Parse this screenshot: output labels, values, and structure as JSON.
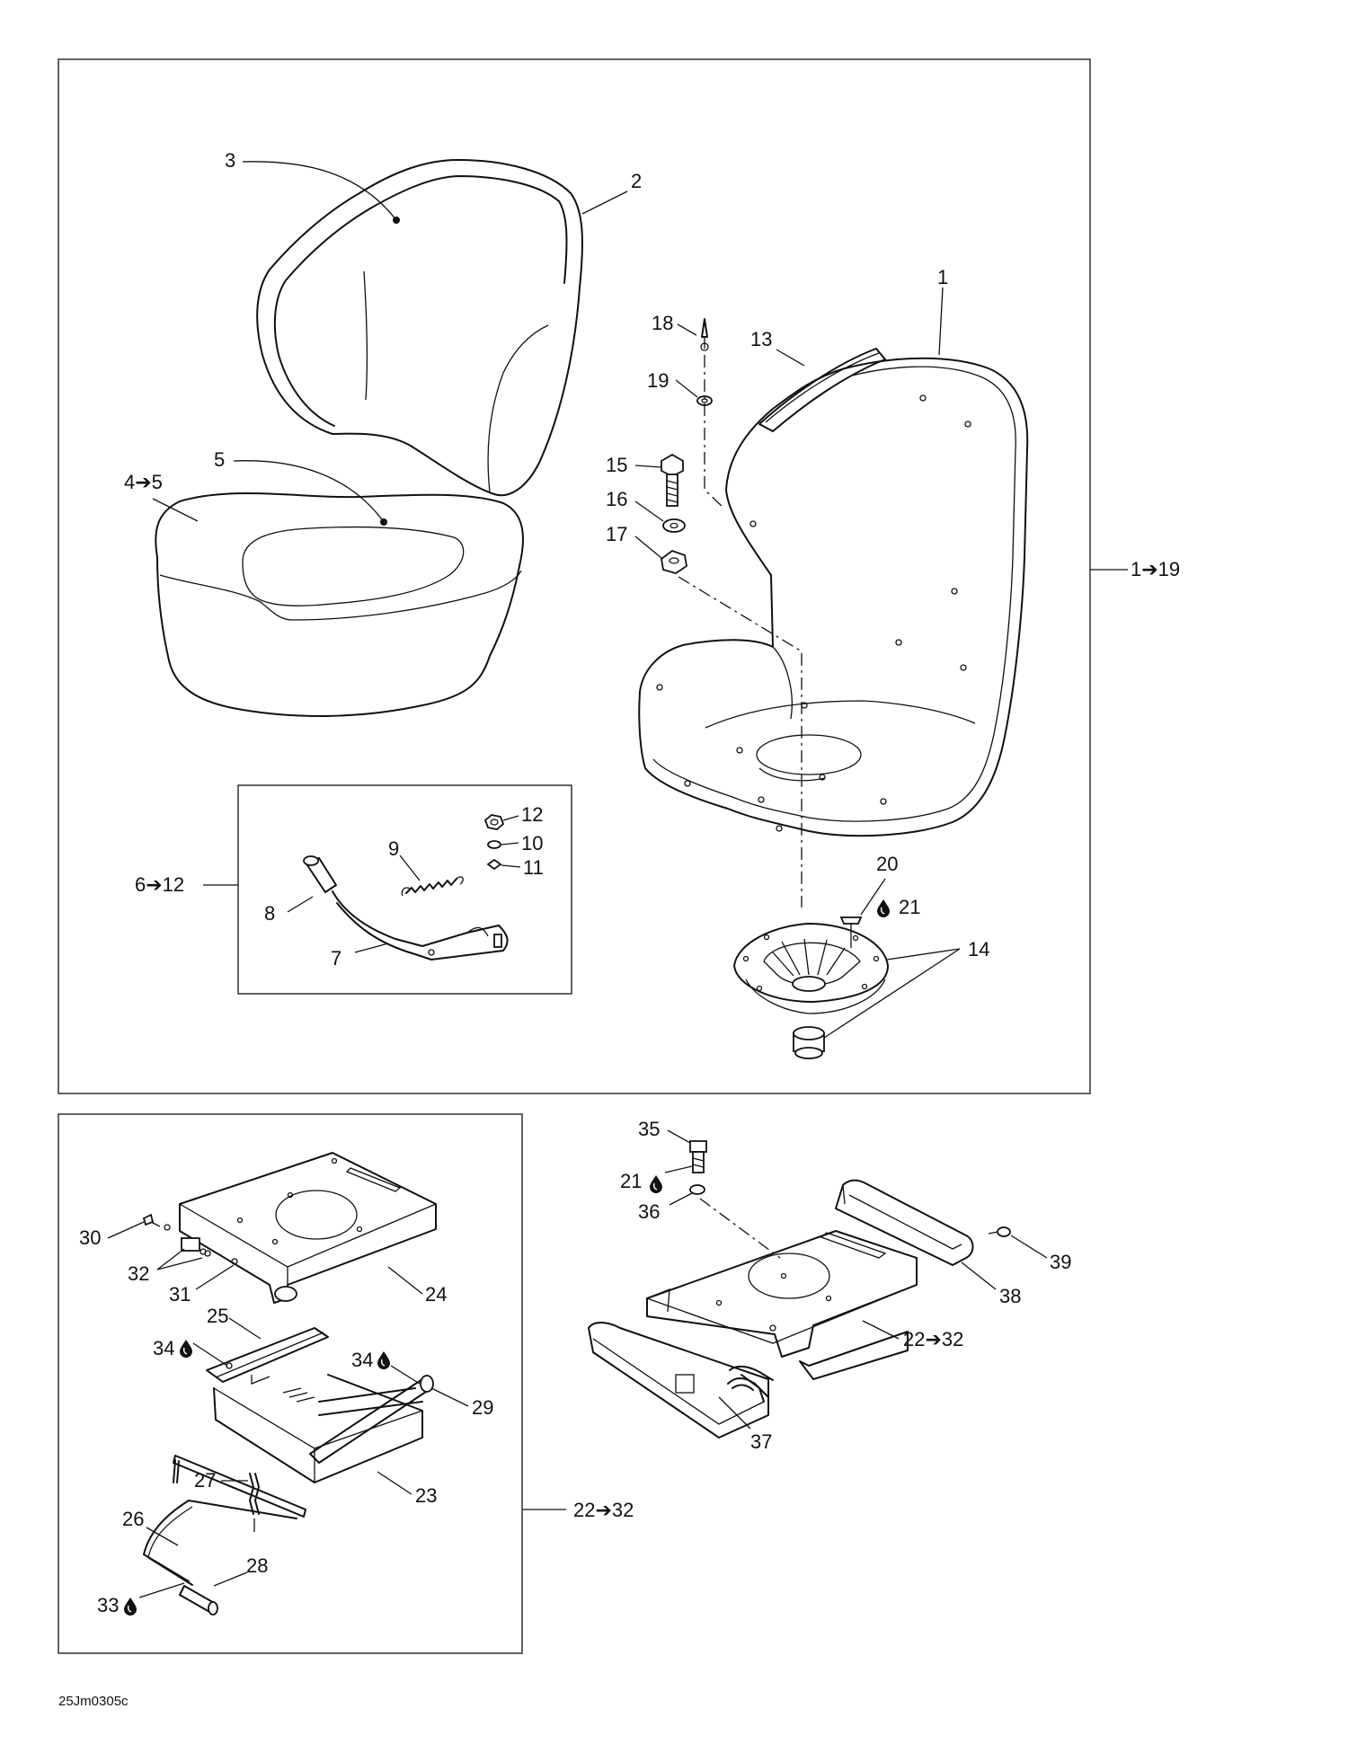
{
  "reference_code": "25Jm0305c",
  "callouts": {
    "c1": "1",
    "c2": "2",
    "c3": "3",
    "c4": "4➔5",
    "c5": "5",
    "c6": "6➔12",
    "c7": "7",
    "c8": "8",
    "c9": "9",
    "c10": "10",
    "c11": "11",
    "c12": "12",
    "c13": "13",
    "c14": "14",
    "c15": "15",
    "c16": "16",
    "c17": "17",
    "c18": "18",
    "c19": "19",
    "c20": "20",
    "c21a": "21",
    "c1_19": "1➔19",
    "c21b": "21",
    "c22_32a": "22➔32",
    "c22_32b": "22➔32",
    "c23": "23",
    "c24": "24",
    "c25": "25",
    "c26": "26",
    "c27": "27",
    "c28": "28",
    "c29": "29",
    "c30": "30",
    "c31": "31",
    "c32": "32",
    "c33": "33",
    "c34a": "34",
    "c34b": "34",
    "c35": "35",
    "c36": "36",
    "c37": "37",
    "c38": "38",
    "c39": "39"
  }
}
